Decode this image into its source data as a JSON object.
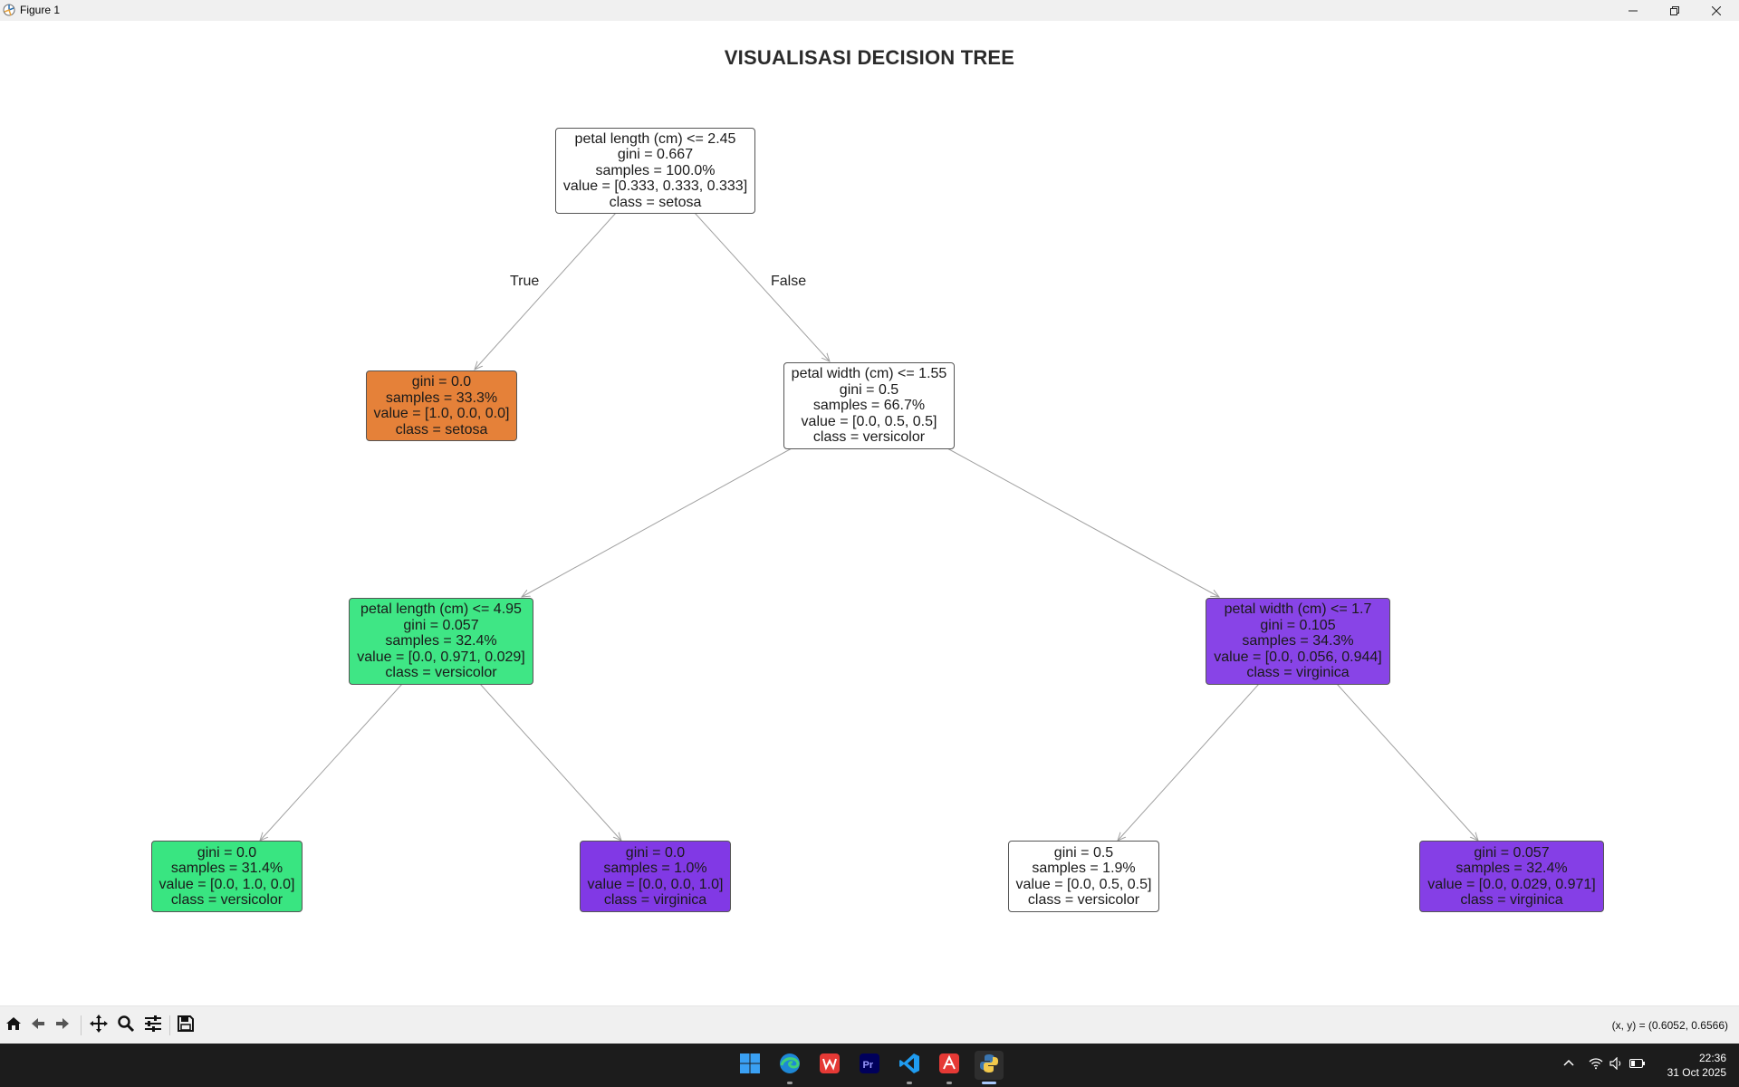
{
  "window": {
    "title": "Figure 1",
    "icon": "python-figure-icon",
    "controls": [
      "minimize-icon",
      "restore-icon",
      "close-icon"
    ]
  },
  "figure": {
    "title": "VISUALISASI DECISION TREE",
    "edge_labels": {
      "true_label": "True",
      "false_label": "False"
    },
    "colors": {
      "setosa": "#e58139",
      "versicolor": "#39e581",
      "virginica": "#8139e5",
      "neutral": "#ffffff",
      "edge": "#a0a0a0"
    },
    "nodes": {
      "root": {
        "lines": [
          "petal length (cm) <= 2.45",
          "gini = 0.667",
          "samples = 100.0%",
          "value = [0.333, 0.333, 0.333]",
          "class = setosa"
        ],
        "color": "#ffffff"
      },
      "n1": {
        "lines": [
          "gini = 0.0",
          "samples = 33.3%",
          "value = [1.0, 0.0, 0.0]",
          "class = setosa"
        ],
        "color": "#e58139"
      },
      "n2": {
        "lines": [
          "petal width (cm) <= 1.55",
          "gini = 0.5",
          "samples = 66.7%",
          "value = [0.0, 0.5, 0.5]",
          "class = versicolor"
        ],
        "color": "#ffffff"
      },
      "n3": {
        "lines": [
          "petal length (cm) <= 4.95",
          "gini = 0.057",
          "samples = 32.4%",
          "value = [0.0, 0.971, 0.029]",
          "class = versicolor"
        ],
        "color": "#3fe685"
      },
      "n4": {
        "lines": [
          "petal width (cm) <= 1.7",
          "gini = 0.105",
          "samples = 34.3%",
          "value = [0.0, 0.056, 0.944]",
          "class = virginica"
        ],
        "color": "#8844e7"
      },
      "n5": {
        "lines": [
          "gini = 0.0",
          "samples = 31.4%",
          "value = [0.0, 1.0, 0.0]",
          "class = versicolor"
        ],
        "color": "#39e581"
      },
      "n6": {
        "lines": [
          "gini = 0.0",
          "samples = 1.0%",
          "value = [0.0, 0.0, 1.0]",
          "class = virginica"
        ],
        "color": "#8139e5"
      },
      "n7": {
        "lines": [
          "gini = 0.5",
          "samples = 1.9%",
          "value = [0.0, 0.5, 0.5]",
          "class = versicolor"
        ],
        "color": "#ffffff"
      },
      "n8": {
        "lines": [
          "gini = 0.057",
          "samples = 32.4%",
          "value = [0.0, 0.029, 0.971]",
          "class = virginica"
        ],
        "color": "#853fe6"
      }
    }
  },
  "toolbar": {
    "buttons": [
      "home-icon",
      "back-icon",
      "forward-icon",
      "pan-icon",
      "zoom-icon",
      "configure-subplots-icon",
      "save-icon"
    ],
    "coords": "(x, y) = (0.6052, 0.6566)"
  },
  "taskbar": {
    "apps": [
      "windows-start-icon",
      "edge-browser-icon",
      "wps-office-icon",
      "premiere-pro-icon",
      "vscode-icon",
      "wps-pdf-icon",
      "python-icon"
    ],
    "tray": [
      "chevron-up-icon",
      "wifi-icon",
      "volume-icon",
      "battery-icon"
    ],
    "time": "22:36",
    "date": "31 Oct 2025"
  }
}
